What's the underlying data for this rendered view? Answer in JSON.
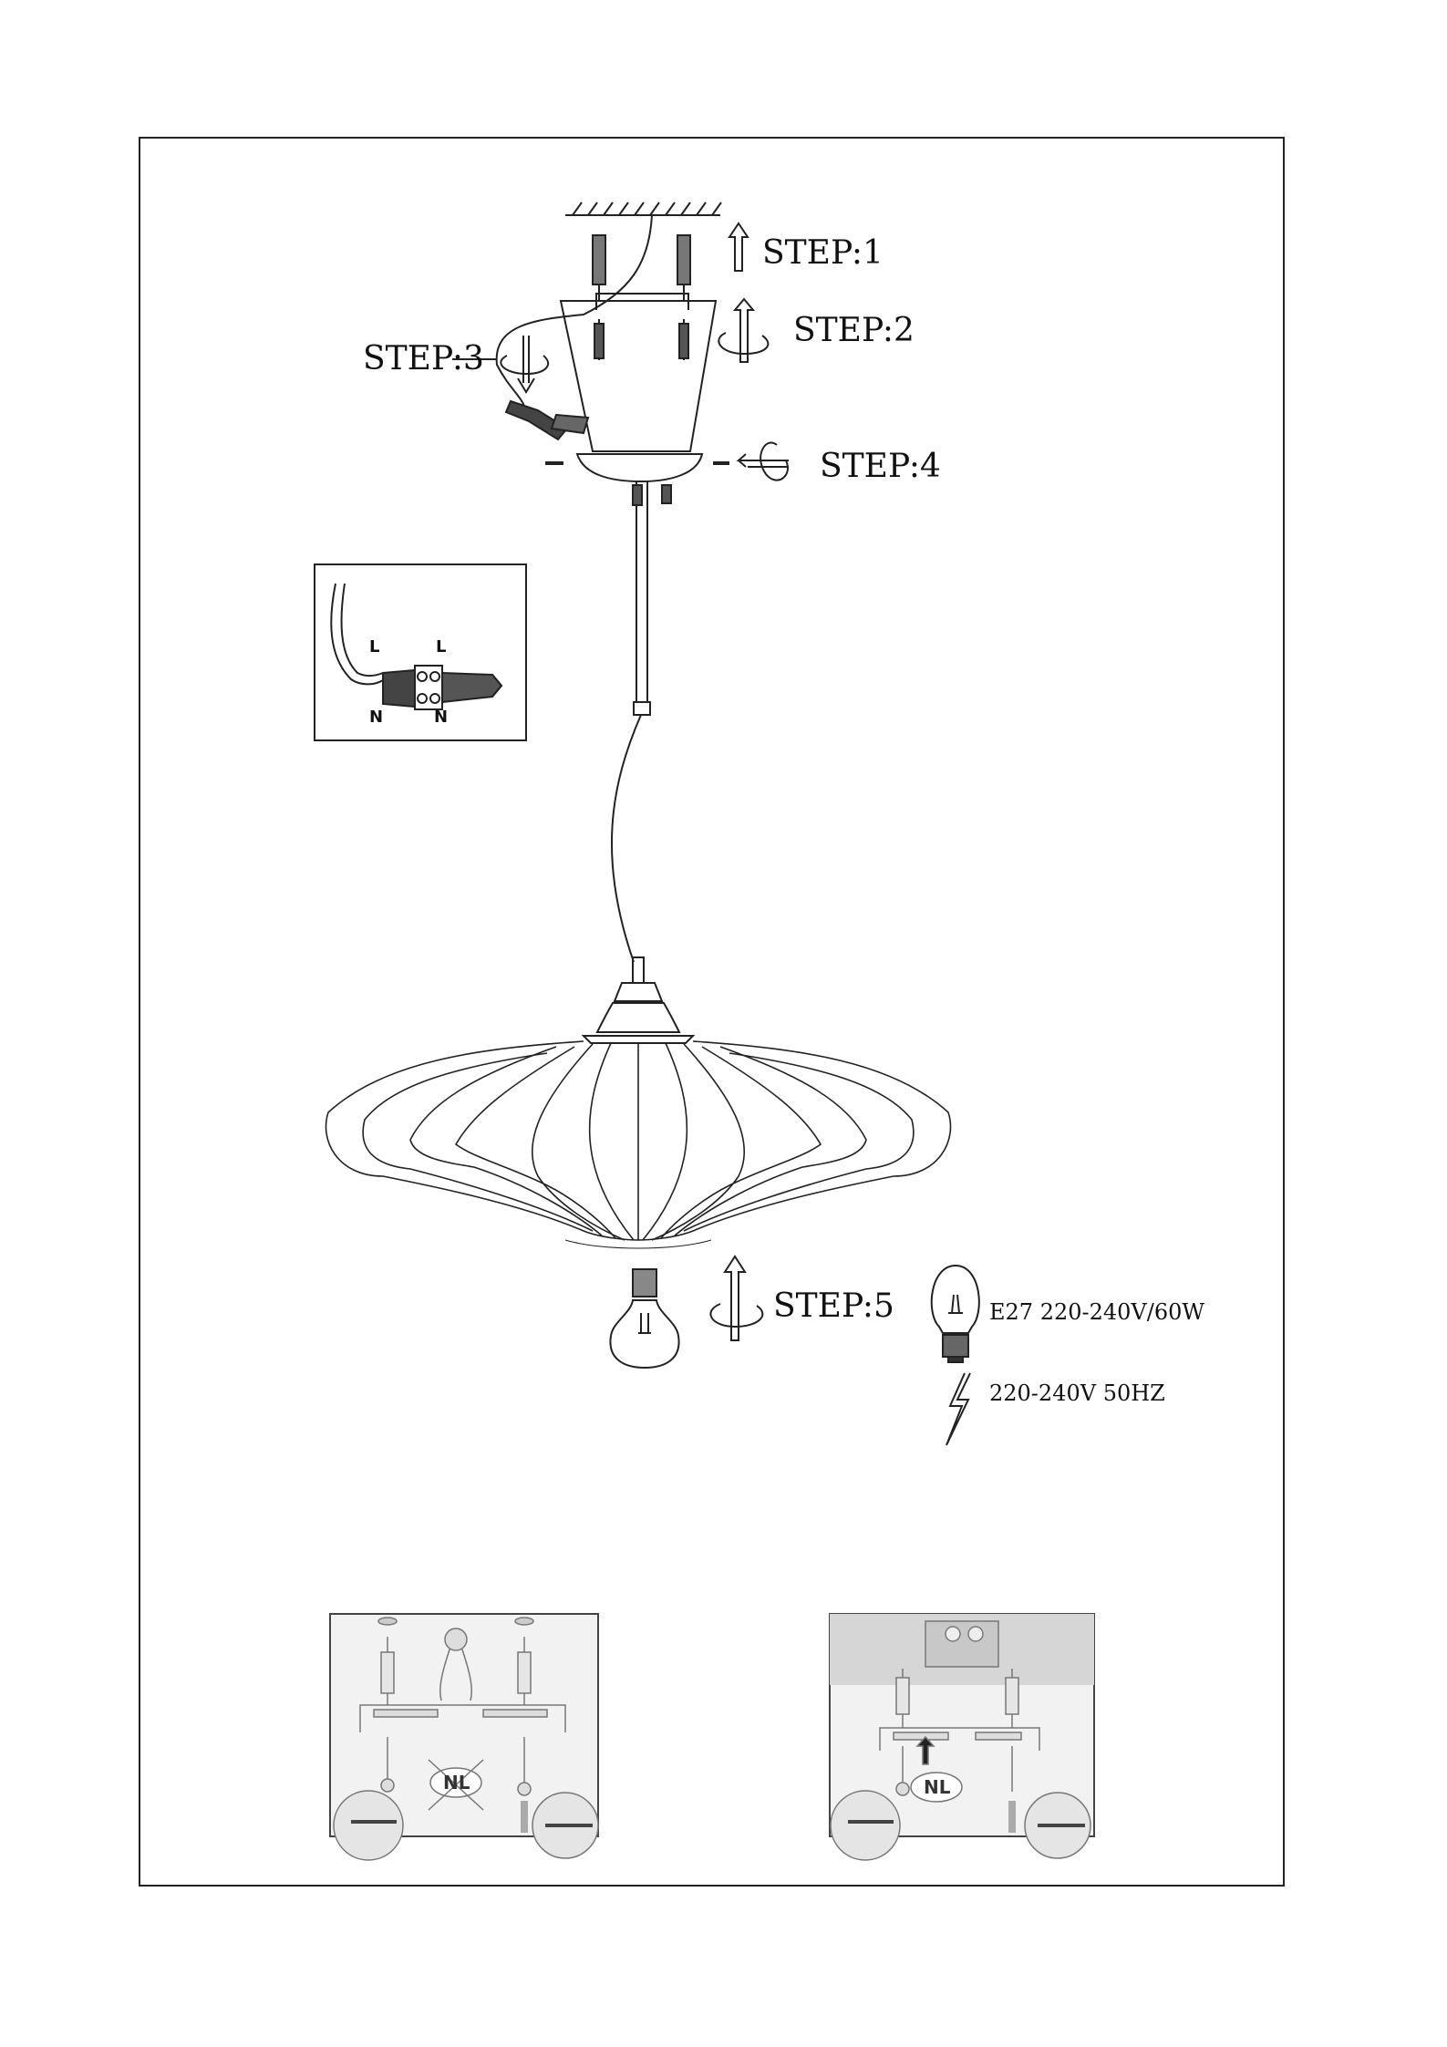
{
  "steps": {
    "step1": "STEP:1",
    "step2": "STEP:2",
    "step3": "STEP:3",
    "step4": "STEP:4",
    "step5": "STEP:5"
  },
  "wiring_inset": {
    "live_left": "L",
    "live_right": "L",
    "neutral_left": "N",
    "neutral_right": "N"
  },
  "specs": {
    "bulb": "E27 220-240V/60W",
    "power": "220-240V 50HZ"
  },
  "mount_panels": {
    "left_badge": "NL",
    "right_badge": "NL"
  },
  "colors": {
    "line": "#222222",
    "panel_background": "#f2f2f2",
    "ceiling_gray": "#d6d6d6"
  }
}
